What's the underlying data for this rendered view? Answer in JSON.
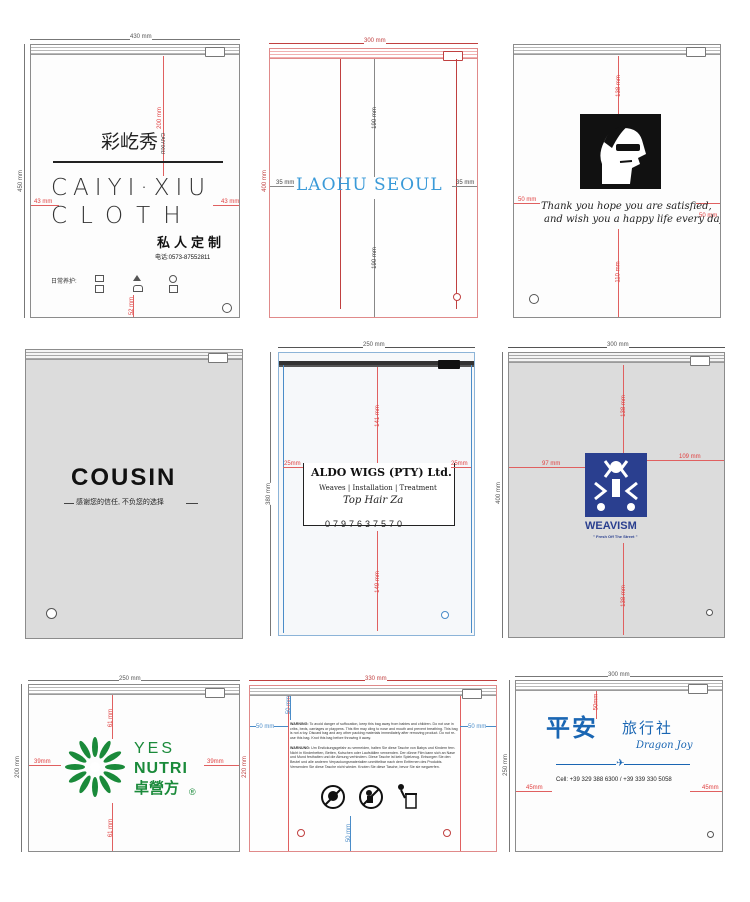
{
  "colors": {
    "dim_red": "#e04040",
    "border_grey": "#8c8c8c",
    "blue_text": "#1a66b3",
    "green_brand": "#1a8a3a",
    "weavism_blue": "#2a3f8f"
  },
  "card1": {
    "top_dim": "430 mm",
    "side_dim": "450 mm",
    "dim_top": "200 mm",
    "dim_left": "43 mm",
    "dim_right": "43 mm",
    "dim_bottom": "52 mm",
    "brand_cn": "彩屹秀",
    "brand_vertical": "CAIYIXIU",
    "line1": "CAIYI·XIU",
    "line2": "CLOTH",
    "custom_cn": "私人定制",
    "phone": "电话:0573-87552811",
    "care_label": "日常养护:"
  },
  "card2": {
    "top_dim": "300 mm",
    "side_dim": "400 mm",
    "dim_top": "190 mm",
    "dim_bottom": "190 mm",
    "dim_left": "35 mm",
    "dim_right": "35 mm",
    "brand": "LAOHU SEOUL"
  },
  "card3": {
    "dim_top": "138 mm",
    "dim_left": "50 mm",
    "dim_right": "50 mm",
    "dim_bottom": "110 mm",
    "line1": "Thank you hope you are satisfied,",
    "line2": "and wish you a happy life every day."
  },
  "card4": {
    "brand": "COUSIN",
    "tagline": "感谢您的信任, 不负您的选择"
  },
  "card5": {
    "top_dim": "250 mm",
    "side_dim": "380 mm",
    "dim_top": "141 mm",
    "dim_bottom": "149 mm",
    "dim_left": "25mm",
    "dim_right": "25mm",
    "brand": "ALDO WIGS (PTY) Ltd.",
    "services": "Weaves | Installation | Treatment",
    "script": "Top Hair Za",
    "phone": "0797637570"
  },
  "card6": {
    "top_dim": "300 mm",
    "side_dim": "400 mm",
    "dim_top": "138 mm",
    "dim_bottom": "138 mm",
    "dim_left": "97 mm",
    "dim_right": "109 mm",
    "brand": "WEAVISM",
    "tagline": "\" Fresh Off The Street \""
  },
  "card7": {
    "top_dim": "250 mm",
    "side_dim": "200 mm",
    "dim_top": "61 mm",
    "dim_bottom": "61 mm",
    "dim_left": "39mm",
    "dim_right": "39mm",
    "line1": "YES",
    "line2": "NUTRI",
    "cn": "卓營方",
    "reg": "®"
  },
  "card8": {
    "top_dim": "330 mm",
    "side_dim": "220 mm",
    "dim_top": "50 mm",
    "dim_bottom": "50 mm",
    "dim_left": "50 mm",
    "dim_right": "50 mm",
    "warn1_title": "WARNING:",
    "warn1": "To avoid danger of suffocation, keep this bag away from babies and children. Do not use in cribs, beds, carriages or playpens. This film may cling to nose and mouth and prevent breathing. This bag is not a toy. Discard bag and any other packing materials immediately after removing product. Do not re-use this bag. Knot this bag before throwing it away.",
    "warn2_title": "WARNUNG:",
    "warn2": "Um Erstickungsgefahr zu vermeiden, halten Sie diese Tasche von Babys und Kindern fern. Nicht in Kinderbetten, Betten, Kutschen oder Laufställen verwenden. Der dünne Film kann sich an Nase und Mund festhalten und die Atmung verhindern. Diese Tasche ist kein Spielzeug. Entsorgen Sie den Beutel und alle anderen Verpackungsmaterialien unmittelbar nach dem Entfernen des Produkts. Verwenden Sie diese Tasche nicht wieder. Knoten Sie diese Tasche, bevor Sie sie wegwerfen.",
    "icons": [
      "no-suffocation-icon",
      "no-baby-icon",
      "trash-bin-icon"
    ]
  },
  "card9": {
    "top_dim": "300 mm",
    "side_dim": "250 mm",
    "dim_top": "50mm",
    "dim_left": "45mm",
    "dim_right": "45mm",
    "brand_cn1": "平安",
    "brand_cn2": "旅行社",
    "script": "Dragon Joy",
    "contact": "Cell: +39 329 388 6300 / +39 339 330 5058"
  }
}
